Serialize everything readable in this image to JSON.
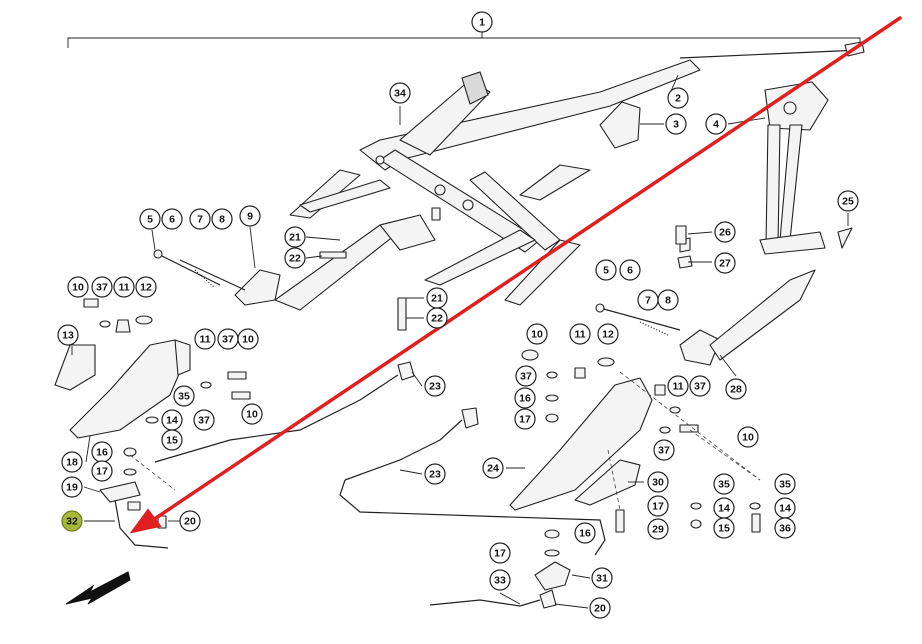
{
  "diagram": {
    "title_callout": "1",
    "callouts": [
      {
        "id": "c1",
        "label": "1"
      },
      {
        "id": "c2",
        "label": "2"
      },
      {
        "id": "c3",
        "label": "3"
      },
      {
        "id": "c4",
        "label": "4"
      },
      {
        "id": "c34",
        "label": "34"
      },
      {
        "id": "c25",
        "label": "25"
      },
      {
        "id": "c5a",
        "label": "5"
      },
      {
        "id": "c6a",
        "label": "6"
      },
      {
        "id": "c7a",
        "label": "7"
      },
      {
        "id": "c8a",
        "label": "8"
      },
      {
        "id": "c9",
        "label": "9"
      },
      {
        "id": "c21a",
        "label": "21"
      },
      {
        "id": "c22a",
        "label": "22"
      },
      {
        "id": "c21b",
        "label": "21"
      },
      {
        "id": "c22b",
        "label": "22"
      },
      {
        "id": "c26",
        "label": "26"
      },
      {
        "id": "c27",
        "label": "27"
      },
      {
        "id": "c5b",
        "label": "5"
      },
      {
        "id": "c6b",
        "label": "6"
      },
      {
        "id": "c7b",
        "label": "7"
      },
      {
        "id": "c8b",
        "label": "8"
      },
      {
        "id": "c10a",
        "label": "10"
      },
      {
        "id": "c37a",
        "label": "37"
      },
      {
        "id": "c11a",
        "label": "11"
      },
      {
        "id": "c12a",
        "label": "12"
      },
      {
        "id": "c13",
        "label": "13"
      },
      {
        "id": "c11b",
        "label": "11"
      },
      {
        "id": "c37b",
        "label": "37"
      },
      {
        "id": "c10b",
        "label": "10"
      },
      {
        "id": "c35a",
        "label": "35"
      },
      {
        "id": "c14a",
        "label": "14"
      },
      {
        "id": "c15a",
        "label": "15"
      },
      {
        "id": "c37c",
        "label": "37"
      },
      {
        "id": "c10c",
        "label": "10"
      },
      {
        "id": "c16a",
        "label": "16"
      },
      {
        "id": "c17a",
        "label": "17"
      },
      {
        "id": "c18",
        "label": "18"
      },
      {
        "id": "c19",
        "label": "19"
      },
      {
        "id": "c32",
        "label": "32"
      },
      {
        "id": "c20a",
        "label": "20"
      },
      {
        "id": "c23a",
        "label": "23"
      },
      {
        "id": "c23b",
        "label": "23"
      },
      {
        "id": "c10d",
        "label": "10"
      },
      {
        "id": "c11c",
        "label": "11"
      },
      {
        "id": "c12b",
        "label": "12"
      },
      {
        "id": "c37d",
        "label": "37"
      },
      {
        "id": "c16b",
        "label": "16"
      },
      {
        "id": "c17b",
        "label": "17"
      },
      {
        "id": "c28",
        "label": "28"
      },
      {
        "id": "c11d",
        "label": "11"
      },
      {
        "id": "c37e",
        "label": "37"
      },
      {
        "id": "c10e",
        "label": "10"
      },
      {
        "id": "c37f",
        "label": "37"
      },
      {
        "id": "c24",
        "label": "24"
      },
      {
        "id": "c30",
        "label": "30"
      },
      {
        "id": "c17c",
        "label": "17"
      },
      {
        "id": "c29",
        "label": "29"
      },
      {
        "id": "c35b",
        "label": "35"
      },
      {
        "id": "c14b",
        "label": "14"
      },
      {
        "id": "c15b",
        "label": "15"
      },
      {
        "id": "c35c",
        "label": "35"
      },
      {
        "id": "c14c",
        "label": "14"
      },
      {
        "id": "c36",
        "label": "36"
      },
      {
        "id": "c17d",
        "label": "17"
      },
      {
        "id": "c16c",
        "label": "16"
      },
      {
        "id": "c33",
        "label": "33"
      },
      {
        "id": "c31",
        "label": "31"
      },
      {
        "id": "c20b",
        "label": "20"
      }
    ],
    "highlight_color": "#a8b83a",
    "arrow_color": "#e02020",
    "direction_arrow_color": "#111111"
  }
}
